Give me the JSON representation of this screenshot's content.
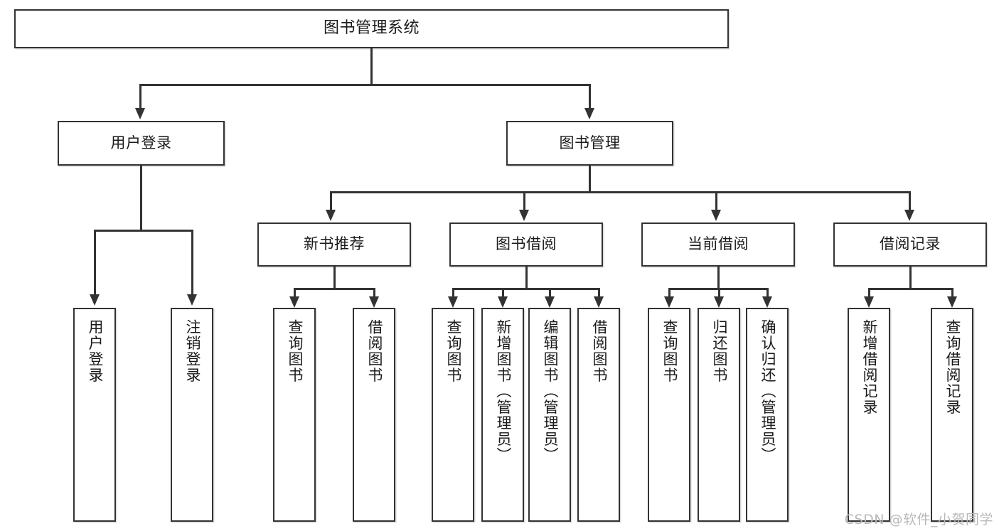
{
  "diagram": {
    "title": "图书管理系统",
    "root": {
      "label": "图书管理系统"
    },
    "level1": [
      {
        "label": "用户登录"
      },
      {
        "label": "图书管理"
      }
    ],
    "level2": [
      {
        "label": "新书推荐"
      },
      {
        "label": "图书借阅"
      },
      {
        "label": "当前借阅"
      },
      {
        "label": "借阅记录"
      }
    ],
    "leaves": {
      "user_login": [
        {
          "label": "用户登录"
        },
        {
          "label": "注销登录"
        }
      ],
      "new_book_recommend": [
        {
          "label": "查询图书"
        },
        {
          "label": "借阅图书"
        }
      ],
      "book_borrow": [
        {
          "label": "查询图书"
        },
        {
          "label": "新增图书（管理员）"
        },
        {
          "label": "编辑图书（管理员）"
        },
        {
          "label": "借阅图书"
        }
      ],
      "current_borrow": [
        {
          "label": "查询图书"
        },
        {
          "label": "归还图书"
        },
        {
          "label": "确认归还（管理员）"
        }
      ],
      "borrow_record": [
        {
          "label": "新增借阅记录"
        },
        {
          "label": "查询借阅记录"
        }
      ]
    }
  },
  "watermark": {
    "text": "CSDN @软件_小贺同学"
  },
  "colors": {
    "border": "#333333",
    "text": "#1a1a1a",
    "background": "#ffffff",
    "watermark": "#b9b9b9"
  }
}
